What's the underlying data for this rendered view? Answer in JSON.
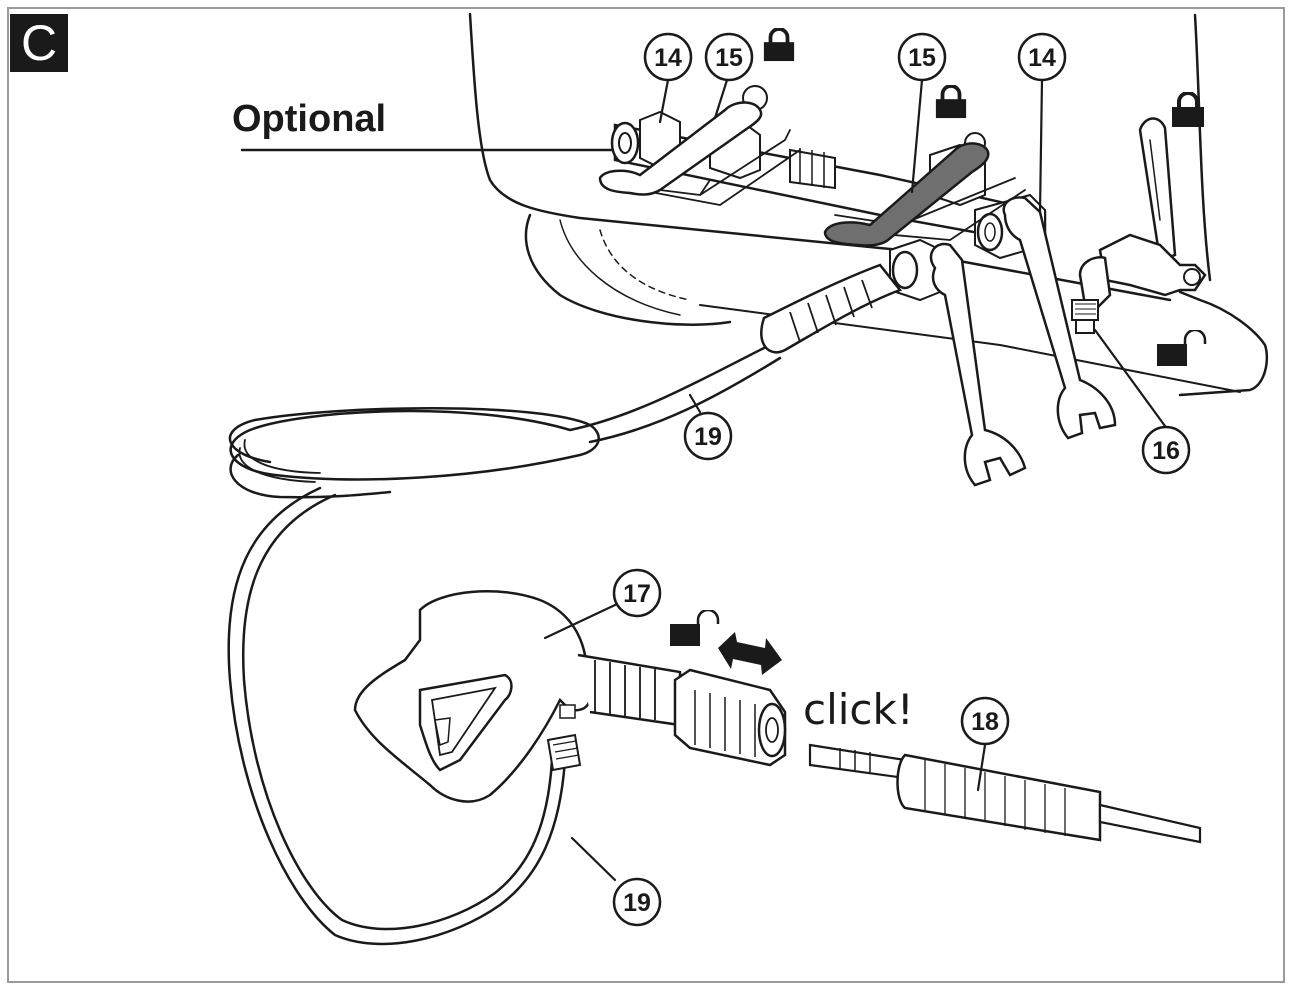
{
  "figure": {
    "panel_label": "C",
    "optional_label": "Optional",
    "click_label": "click!",
    "callouts": {
      "c14a": "14",
      "c15a": "15",
      "c15b": "15",
      "c14b": "14",
      "c16": "16",
      "c19a": "19",
      "c17": "17",
      "c18": "18",
      "c19b": "19"
    },
    "icons": {
      "lock_closed": "padlock-locked-icon",
      "lock_open": "padlock-unlocked-icon",
      "double_arrow": "double-arrow-icon"
    },
    "colors": {
      "ink": "#1a1a1a",
      "panel_bg": "#1a1a1a",
      "highlight_lever": "#6f6f6f",
      "frame": "#9a9a9a"
    }
  }
}
